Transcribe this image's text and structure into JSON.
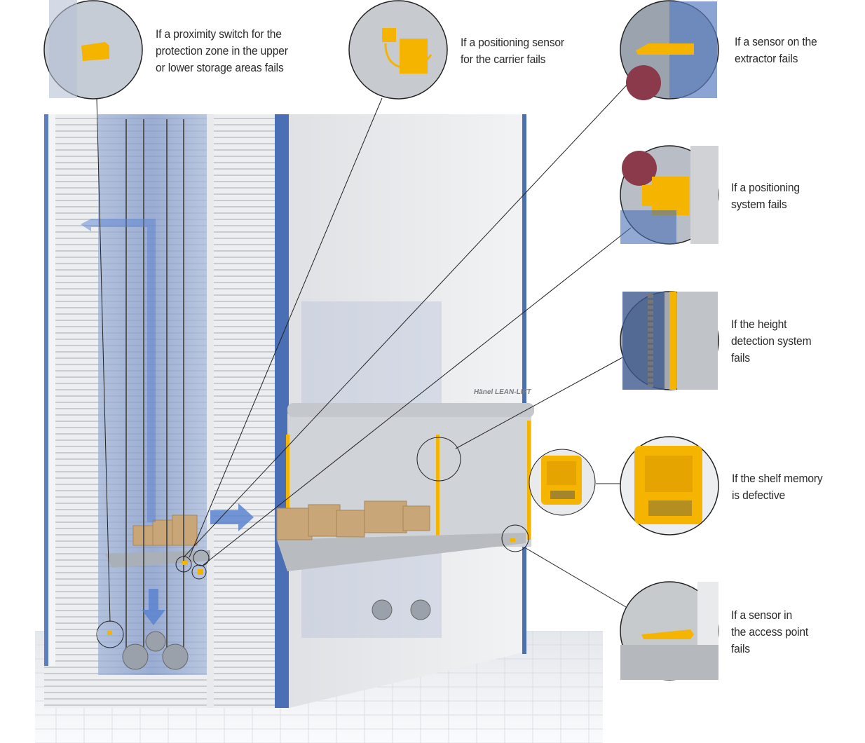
{
  "brand_logo": "Hänel LEAN-LIFT",
  "callouts": [
    {
      "id": "proximity-switch",
      "text": "If a proximity switch for the\nprotection zone in the upper\nor lower storage areas fails"
    },
    {
      "id": "carrier-positioning-sensor",
      "text": "If a positioning sensor\nfor the carrier fails"
    },
    {
      "id": "extractor-sensor",
      "text": "If a sensor on the\nextractor fails"
    },
    {
      "id": "positioning-system",
      "text": "If a positioning\nsystem fails"
    },
    {
      "id": "height-detection",
      "text": "If the height\ndetection system\nfails"
    },
    {
      "id": "shelf-memory",
      "text": "If the shelf memory\nis defective"
    },
    {
      "id": "access-point-sensor",
      "text": "If a sensor in\nthe access point\nfails"
    }
  ],
  "colors": {
    "accent_blue": "#4a6fb5",
    "sensor_yellow": "#f5b400",
    "panel_grey": "#d7d9dc"
  }
}
